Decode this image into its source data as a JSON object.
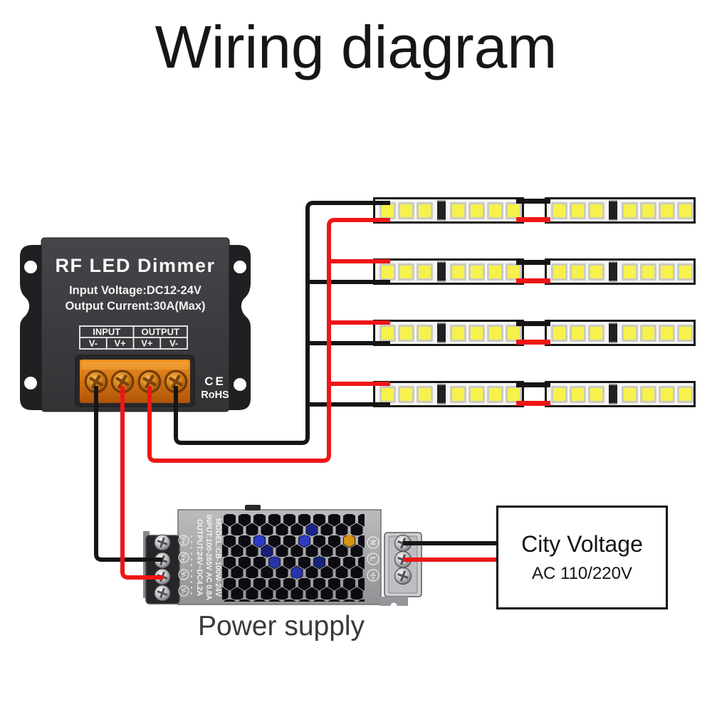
{
  "title": "Wiring diagram",
  "dimmer": {
    "name": "RF LED Dimmer",
    "spec_line1": "Input  Voltage:DC12-24V",
    "spec_line2": "Output Current:30A(Max)",
    "table": {
      "input_header": "INPUT",
      "output_header": "OUTPUT",
      "cells": [
        "V-",
        "V+",
        "V+",
        "V-"
      ]
    },
    "ce_mark": "CE",
    "rohs_mark": "RoHS"
  },
  "power_supply": {
    "label": "Power supply",
    "side_text": {
      "model": "MODEL:CB-100W-24V",
      "input": "INPUT:100-265V AC 0.8A",
      "output": "OUTPUT:24V~DC4.2A"
    },
    "dc_terminal_labels": [
      "V+",
      "V+",
      "V-",
      "V-"
    ],
    "ac_terminal_labels": [
      "N",
      "L"
    ]
  },
  "city_voltage": {
    "title": "City Voltage",
    "subtitle": "AC 110/220V"
  },
  "led_strips": {
    "rows": 4,
    "row_tops": [
      277,
      363,
      449,
      535
    ],
    "segment_lefts": [
      0,
      241
    ],
    "segment_width": 212,
    "leds_per_segment": 8,
    "pattern": [
      "led",
      "led",
      "led",
      "ic",
      "led",
      "led",
      "led",
      "led"
    ]
  },
  "colors": {
    "wire_red": "#ee1616",
    "wire_black": "#151515",
    "led_yellow": "#f7f14b",
    "terminal_orange": "#d8760f",
    "strip_white": "#f5f5f2"
  }
}
